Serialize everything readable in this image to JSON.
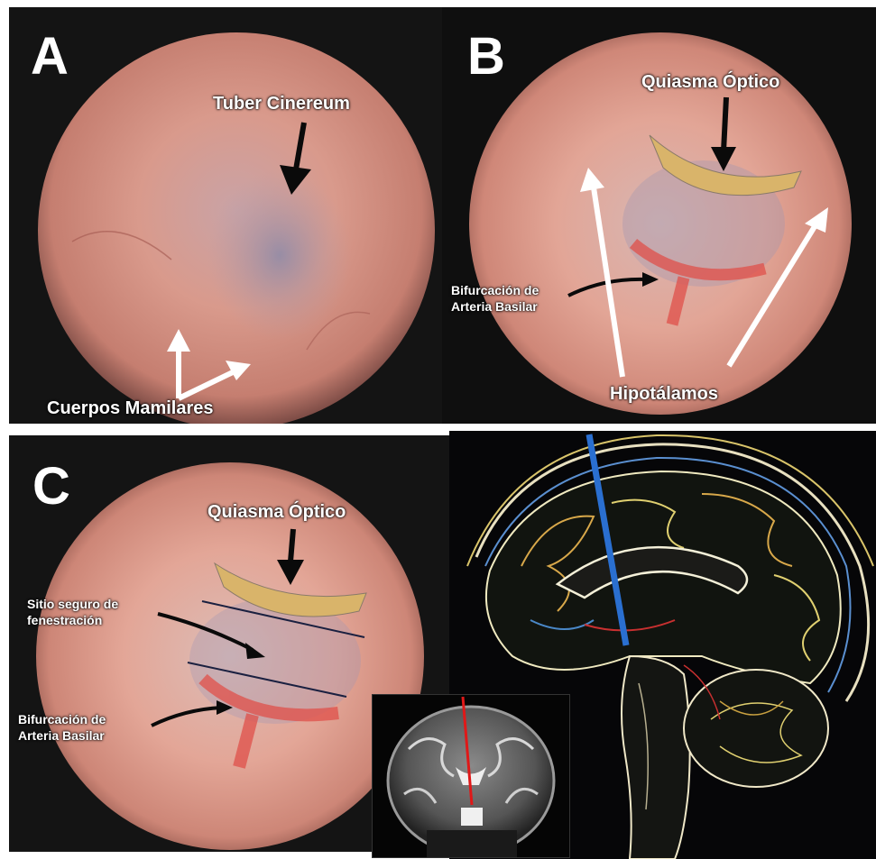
{
  "figure": {
    "panel_a": {
      "letter": "A",
      "labels": {
        "tuber_cinereum": "Tuber Cinereum",
        "cuerpos_mamilares": "Cuerpos Mamilares"
      }
    },
    "panel_b": {
      "letter": "B",
      "labels": {
        "quiasma_optico": "Quiasma Óptico",
        "bifurcacion_line1": "Bifurcación de",
        "bifurcacion_line2": "Arteria Basilar",
        "hipotalamos": "Hipotálamos"
      }
    },
    "panel_c": {
      "letter": "C",
      "labels": {
        "quiasma_optico": "Quiasma Óptico",
        "sitio_line1": "Sitio seguro de",
        "sitio_line2": "fenestración",
        "bifurcacion_line1": "Bifurcación de",
        "bifurcacion_line2": "Arteria Basilar"
      }
    },
    "colors": {
      "endoscope_tissue": "#d89a8a",
      "optic_chiasm_overlay": "#d9b46a",
      "basilar_artery_overlay": "#e0504a",
      "trajectory_sagittal": "#2a6fd0",
      "trajectory_coronal": "#e01818"
    },
    "icons": [
      "black-arrow-icon",
      "white-arrow-icon",
      "curved-arrow-icon"
    ]
  }
}
